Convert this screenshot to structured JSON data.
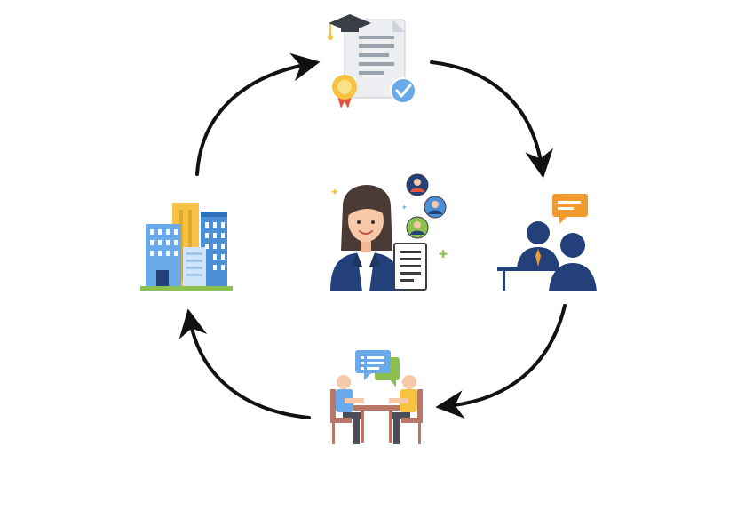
{
  "diagram": {
    "type": "cycle",
    "direction": "clockwise",
    "center": {
      "icon": "recruiter-with-candidates-icon"
    },
    "nodes": [
      {
        "id": "certificate",
        "icon": "diploma-certificate-icon"
      },
      {
        "id": "interview",
        "icon": "interview-panel-icon"
      },
      {
        "id": "meeting",
        "icon": "one-on-one-meeting-icon"
      },
      {
        "id": "company",
        "icon": "office-building-icon"
      }
    ],
    "arrows": [
      {
        "from": "company",
        "to": "certificate"
      },
      {
        "from": "certificate",
        "to": "interview"
      },
      {
        "from": "interview",
        "to": "meeting"
      },
      {
        "from": "meeting",
        "to": "company"
      }
    ]
  },
  "colors": {
    "arrow": "#111111",
    "navy": "#24407a",
    "blue_light": "#6aa9ea",
    "blue_mid": "#4c8fd6",
    "yellow": "#f5c242",
    "green": "#8cc152",
    "orange": "#f39a2e",
    "skin": "#f6c8a8",
    "hair": "#4a3b36"
  }
}
